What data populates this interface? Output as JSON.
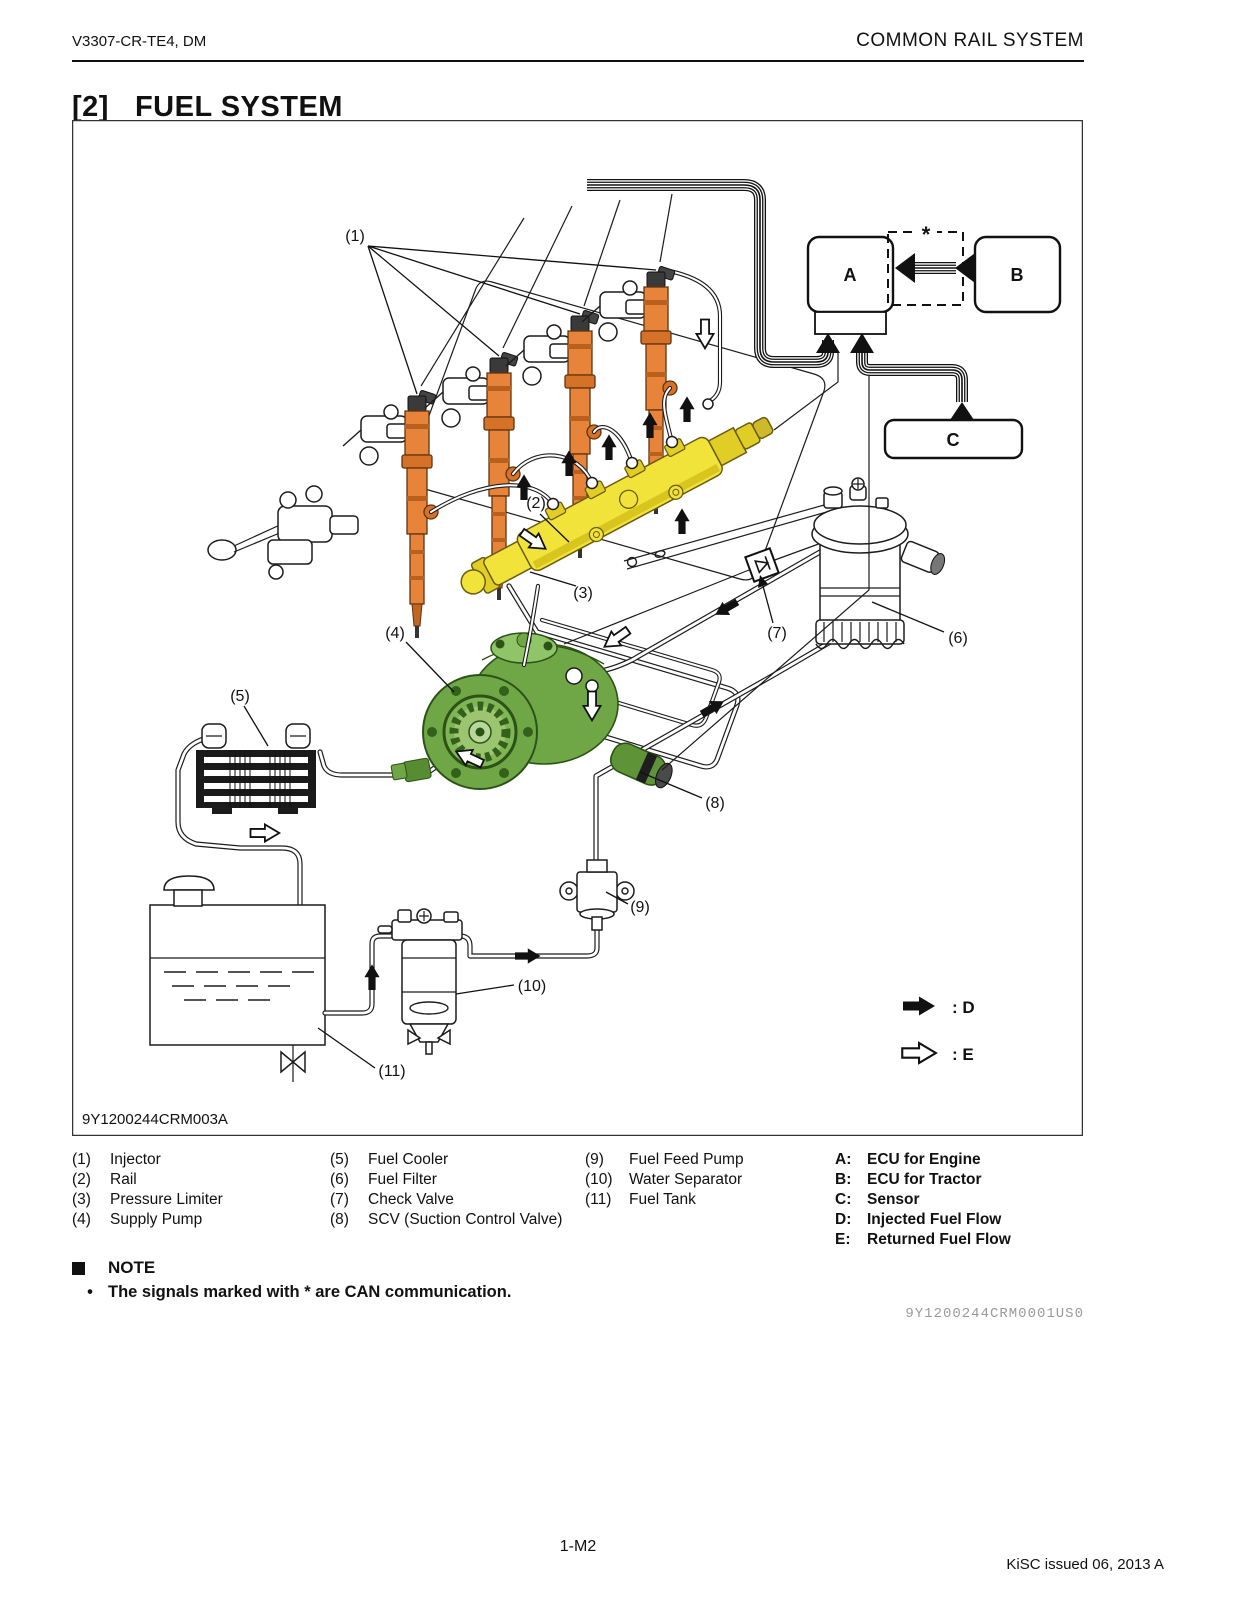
{
  "header": {
    "left": "V3307-CR-TE4, DM",
    "right": "COMMON RAIL SYSTEM"
  },
  "title": {
    "index": "[2]",
    "text": "FUEL SYSTEM"
  },
  "figure": {
    "code": "9Y1200244CRM003A",
    "callouts": {
      "c1": "(1)",
      "c2": "(2)",
      "c3": "(3)",
      "c4": "(4)",
      "c5": "(5)",
      "c6": "(6)",
      "c7": "(7)",
      "c8": "(8)",
      "c9": "(9)",
      "c10": "(10)",
      "c11": "(11)"
    },
    "boxes": {
      "a": "A",
      "b": "B",
      "c": "C",
      "star": "*"
    },
    "flow_legend": {
      "d": ": D",
      "e": ": E"
    }
  },
  "legend": {
    "col1": [
      {
        "num": "(1)",
        "label": "Injector"
      },
      {
        "num": "(2)",
        "label": "Rail"
      },
      {
        "num": "(3)",
        "label": "Pressure Limiter"
      },
      {
        "num": "(4)",
        "label": "Supply Pump"
      }
    ],
    "col2": [
      {
        "num": "(5)",
        "label": "Fuel Cooler"
      },
      {
        "num": "(6)",
        "label": "Fuel Filter"
      },
      {
        "num": "(7)",
        "label": "Check Valve"
      },
      {
        "num": "(8)",
        "label": "SCV (Suction Control Valve)"
      }
    ],
    "col3": [
      {
        "num": "(9)",
        "label": "Fuel Feed Pump"
      },
      {
        "num": "(10)",
        "label": "Water Separator"
      },
      {
        "num": "(11)",
        "label": "Fuel Tank"
      }
    ],
    "col4": [
      {
        "key": "A:",
        "label": "ECU for Engine"
      },
      {
        "key": "B:",
        "label": "ECU for Tractor"
      },
      {
        "key": "C:",
        "label": "Sensor"
      },
      {
        "key": "D:",
        "label": "Injected Fuel Flow"
      },
      {
        "key": "E:",
        "label": "Returned Fuel Flow"
      }
    ]
  },
  "note": {
    "heading": "NOTE",
    "bullet": "•",
    "text": "The signals marked with * are CAN communication."
  },
  "ref_code": "9Y1200244CRM0001US0",
  "footer": {
    "page_no": "1-M2",
    "issue": "KiSC issued 06, 2013 A"
  },
  "colors": {
    "injector_orange": "#E8833A",
    "rail_yellow": "#F2E33A",
    "pump_green": "#6FA747",
    "line": "#1a1a1a"
  }
}
